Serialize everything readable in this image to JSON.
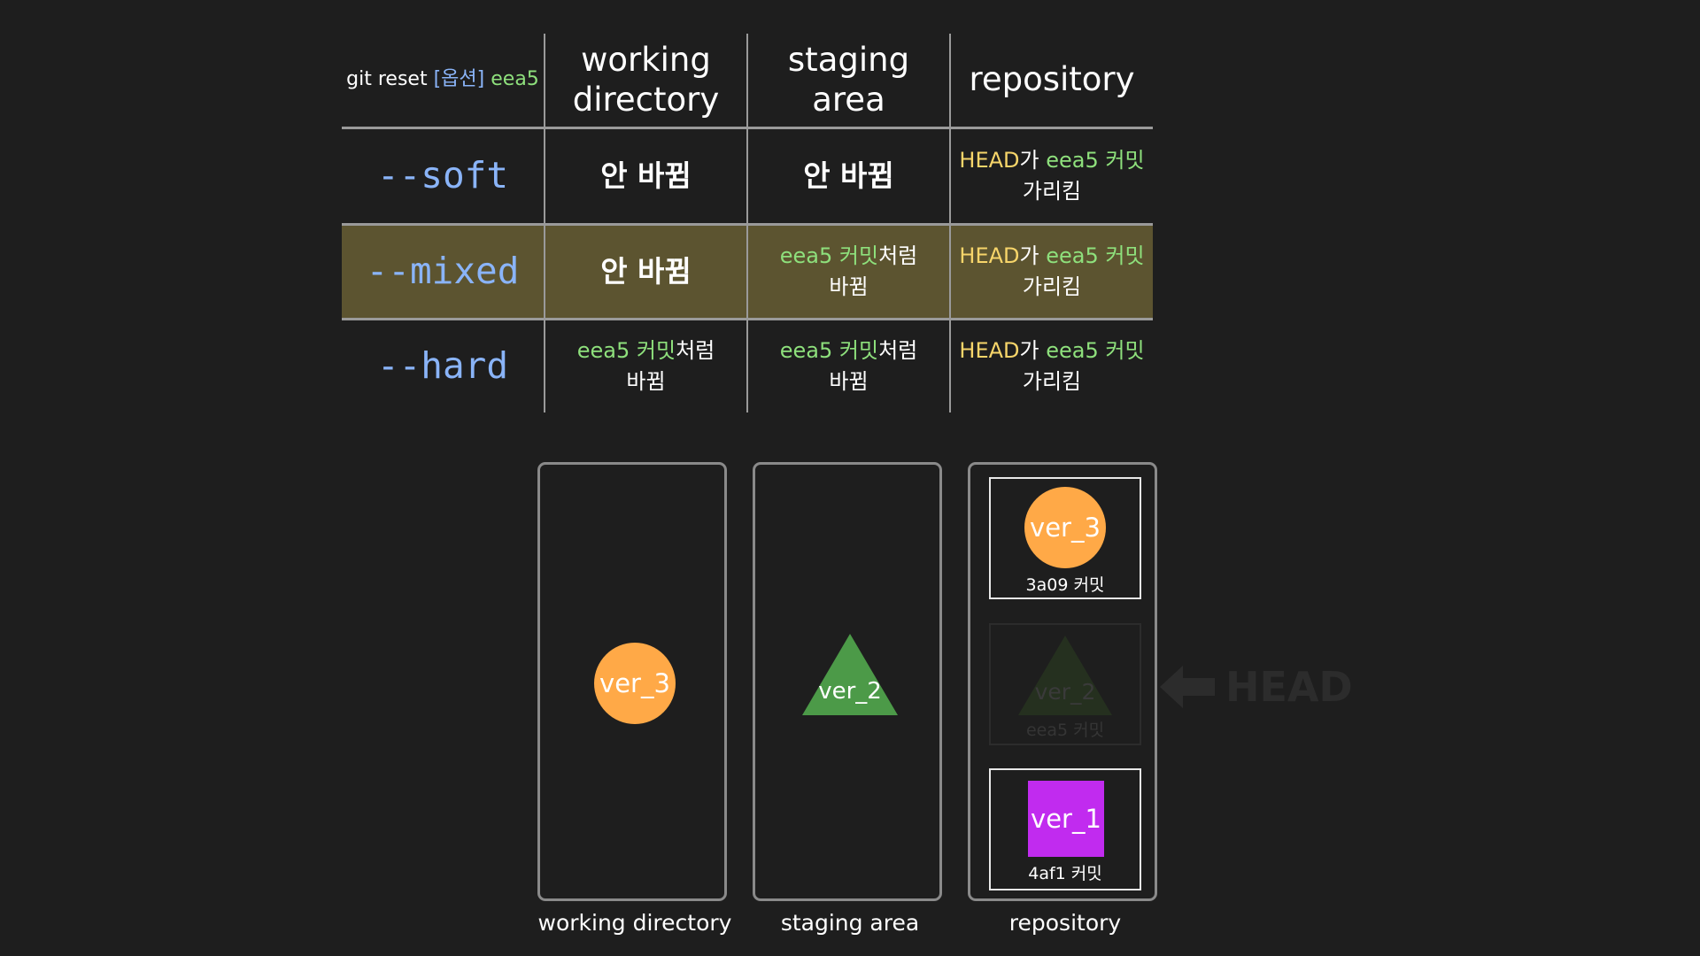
{
  "table": {
    "corner": {
      "prefix": "git reset",
      "option": "[옵션]",
      "commit": "eea5"
    },
    "headers": [
      {
        "line1": "working",
        "line2": "directory"
      },
      {
        "line1": "staging",
        "line2": "area"
      },
      {
        "line1": "repository"
      }
    ],
    "rows": [
      {
        "option": "--soft",
        "working": "안 바뀜",
        "staging": "안 바뀜",
        "repo": {
          "head": "HEAD",
          "particle": "가",
          "commit": "eea5 커밋",
          "line2": "가리킴"
        }
      },
      {
        "option": "--mixed",
        "working": "안 바뀜",
        "staging": {
          "commit": "eea5 커밋",
          "suffix": "처럼",
          "line2": "바뀜"
        },
        "repo": {
          "head": "HEAD",
          "particle": "가",
          "commit": "eea5 커밋",
          "line2": "가리킴"
        }
      },
      {
        "option": "--hard",
        "working": {
          "commit": "eea5 커밋",
          "suffix": "처럼",
          "line2": "바뀜"
        },
        "staging": {
          "commit": "eea5 커밋",
          "suffix": "처럼",
          "line2": "바뀜"
        },
        "repo": {
          "head": "HEAD",
          "particle": "가",
          "commit": "eea5 커밋",
          "line2": "가리킴"
        }
      }
    ],
    "highlighted_row": "--mixed"
  },
  "diagram": {
    "panels": [
      "working directory",
      "staging area",
      "repository"
    ],
    "working_file": {
      "label": "ver_3",
      "shape": "circle",
      "color": "#ffa947"
    },
    "staging_file": {
      "label": "ver_2",
      "shape": "triangle",
      "color": "#4c9a48"
    },
    "repo_commits": [
      {
        "label": "ver_3",
        "caption": "3a09 커밋",
        "shape": "circle",
        "color": "#ffa947"
      },
      {
        "label": "ver_2",
        "caption": "eea5 커밋",
        "shape": "triangle",
        "color": "#4c9a48",
        "faded": true
      },
      {
        "label": "ver_1",
        "caption": "4af1 커밋",
        "shape": "square",
        "color": "#c12bef"
      }
    ],
    "head_pointer": {
      "label": "HEAD",
      "icon": "arrow-left-icon",
      "faded": true
    }
  },
  "colors": {
    "background": "#1e1e1e",
    "option_blue": "#8ab4f8",
    "commit_green": "#8ee07c",
    "head_yellow": "#f7d56a",
    "highlight_row": "#5c5430"
  }
}
